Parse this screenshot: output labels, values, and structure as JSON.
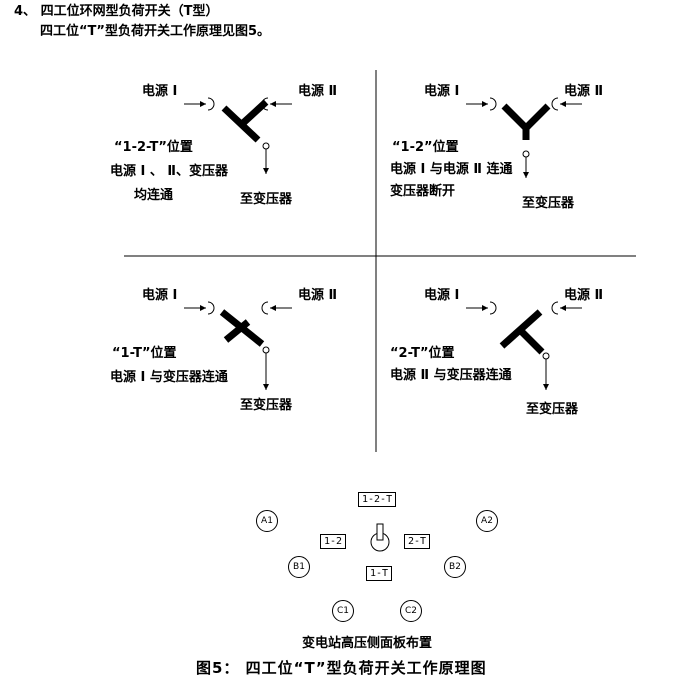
{
  "heading": {
    "line1": "4、  四工位环网型负荷开关（T型）",
    "line2": "四工位“T”型负荷开关工作原理见图5。"
  },
  "quadrants": [
    {
      "left_source": "电源 I",
      "right_source": "电源 Ⅱ",
      "position": "“1-2-T”位置",
      "desc1": "电源 I 、 Ⅱ、变压器",
      "desc2": "均连通",
      "to_transformer": "至变压器"
    },
    {
      "left_source": "电源 I",
      "right_source": "电源 Ⅱ",
      "position": "“1-2”位置",
      "desc1": "电源 I 与电源 Ⅱ 连通",
      "desc2": "变压器断开",
      "to_transformer": "至变压器"
    },
    {
      "left_source": "电源 I",
      "right_source": "电源 Ⅱ",
      "position": "“1-T”位置",
      "desc1": "电源 I 与变压器连通",
      "desc2": "",
      "to_transformer": "至变压器"
    },
    {
      "left_source": "电源 I",
      "right_source": "电源 Ⅱ",
      "position": "“2-T”位置",
      "desc1": "电源 Ⅱ 与变压器连通",
      "desc2": "",
      "to_transformer": "至变压器"
    }
  ],
  "panel": {
    "labels": {
      "pos_12t": "1-2-T",
      "pos_12": "1-2",
      "pos_2t": "2-T",
      "pos_1t": "1-T"
    },
    "indicators": {
      "a1": "A1",
      "a2": "A2",
      "b1": "B1",
      "b2": "B2",
      "c1": "C1",
      "c2": "C2"
    },
    "caption": "变电站高压侧面板布置"
  },
  "figure_caption": "图5：  四工位“T”型负荷开关工作原理图",
  "colors": {
    "ink": "#000000",
    "background": "#ffffff"
  }
}
